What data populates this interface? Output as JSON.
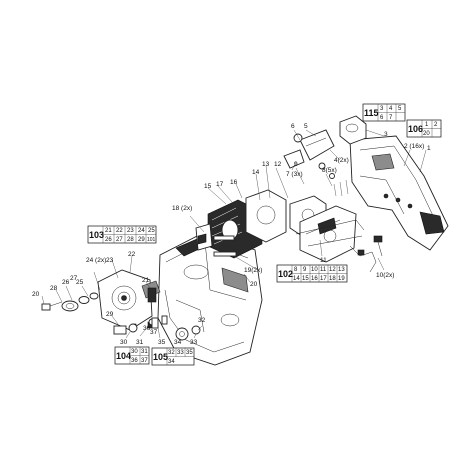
{
  "diagram": {
    "callouts": [
      {
        "id": "c1",
        "text": "1"
      },
      {
        "id": "c2",
        "text": "2 (16x)"
      },
      {
        "id": "c3",
        "text": "3"
      },
      {
        "id": "c4",
        "text": "4(2x)"
      },
      {
        "id": "c5",
        "text": "5"
      },
      {
        "id": "c6",
        "text": "6"
      },
      {
        "id": "c7",
        "text": "7 (3x)"
      },
      {
        "id": "c8",
        "text": "8(5x)"
      },
      {
        "id": "c9",
        "text": "9"
      },
      {
        "id": "c10",
        "text": "10(2x)"
      },
      {
        "id": "c11",
        "text": "11"
      },
      {
        "id": "c12",
        "text": "12"
      },
      {
        "id": "c13",
        "text": "13"
      },
      {
        "id": "c14",
        "text": "14"
      },
      {
        "id": "c15",
        "text": "15"
      },
      {
        "id": "c16",
        "text": "16"
      },
      {
        "id": "c17",
        "text": "17"
      },
      {
        "id": "c18",
        "text": "18 (2x)"
      },
      {
        "id": "c19",
        "text": "19(2x)"
      },
      {
        "id": "c20a",
        "text": "20"
      },
      {
        "id": "c20b",
        "text": "20"
      },
      {
        "id": "c21",
        "text": "21"
      },
      {
        "id": "c22",
        "text": "22"
      },
      {
        "id": "c23",
        "text": "23"
      },
      {
        "id": "c24",
        "text": "24 (2x)"
      },
      {
        "id": "c25",
        "text": "25"
      },
      {
        "id": "c26",
        "text": "26"
      },
      {
        "id": "c27",
        "text": "27"
      },
      {
        "id": "c28",
        "text": "28"
      },
      {
        "id": "c29",
        "text": "29"
      },
      {
        "id": "c30",
        "text": "30"
      },
      {
        "id": "c31",
        "text": "31"
      },
      {
        "id": "c32",
        "text": "32"
      },
      {
        "id": "c33",
        "text": "33"
      },
      {
        "id": "c34",
        "text": "34"
      },
      {
        "id": "c35",
        "text": "35"
      },
      {
        "id": "c36",
        "text": "36"
      },
      {
        "id": "c37",
        "text": "37"
      }
    ],
    "kits": [
      {
        "id": "k115",
        "number": "115",
        "cells": [
          [
            "3",
            "4",
            "5"
          ],
          [
            "6",
            "7",
            ""
          ]
        ]
      },
      {
        "id": "k106",
        "number": "106",
        "cells": [
          [
            "1",
            "2"
          ],
          [
            "20",
            ""
          ]
        ]
      },
      {
        "id": "k103",
        "number": "103",
        "cells": [
          [
            "21",
            "22",
            "23",
            "24",
            "25"
          ],
          [
            "26",
            "27",
            "28",
            "29",
            "101"
          ]
        ]
      },
      {
        "id": "k102",
        "number": "102",
        "cells": [
          [
            "8",
            "9",
            "10",
            "11",
            "12",
            "13"
          ],
          [
            "14",
            "15",
            "16",
            "17",
            "18",
            "19"
          ]
        ]
      },
      {
        "id": "k104",
        "number": "104",
        "cells": [
          [
            "30",
            "31"
          ],
          [
            "36",
            "37"
          ]
        ]
      },
      {
        "id": "k105",
        "number": "105",
        "cells": [
          [
            "32",
            "33",
            "35"
          ],
          [
            "34",
            "",
            ""
          ]
        ]
      }
    ]
  }
}
